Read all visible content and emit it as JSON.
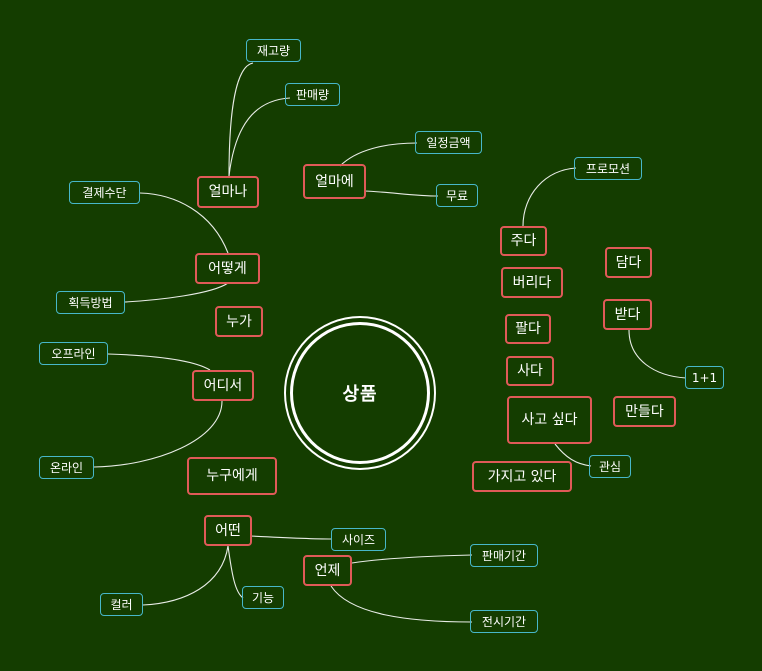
{
  "colors": {
    "background": "#143d00",
    "topic_border": "#e05a58",
    "leaf_border": "#47b7c9",
    "line": "#e8ece6",
    "text": "#ffffff"
  },
  "center": {
    "label": "상품"
  },
  "topics": [
    {
      "id": "eolmana",
      "label": "얼마나"
    },
    {
      "id": "eolmae",
      "label": "얼마에"
    },
    {
      "id": "eotteoke",
      "label": "어떻게"
    },
    {
      "id": "nuga",
      "label": "누가"
    },
    {
      "id": "eodiseo",
      "label": "어디서"
    },
    {
      "id": "nuguege",
      "label": "누구에게"
    },
    {
      "id": "eotteon",
      "label": "어떤"
    },
    {
      "id": "eonje",
      "label": "언제"
    },
    {
      "id": "juda",
      "label": "주다"
    },
    {
      "id": "damda",
      "label": "담다"
    },
    {
      "id": "beorida",
      "label": "버리다"
    },
    {
      "id": "patda",
      "label": "팔다"
    },
    {
      "id": "batda",
      "label": "받다"
    },
    {
      "id": "sada",
      "label": "사다"
    },
    {
      "id": "sago-sipda",
      "label": "사고 싶다"
    },
    {
      "id": "mandeulda",
      "label": "만들다"
    },
    {
      "id": "gajigo-itda",
      "label": "가지고 있다"
    }
  ],
  "leaves": [
    {
      "id": "jaegoryang",
      "label": "재고량"
    },
    {
      "id": "panmaeryang",
      "label": "판매량"
    },
    {
      "id": "iljeong-geumaek",
      "label": "일정금액"
    },
    {
      "id": "muryo",
      "label": "무료"
    },
    {
      "id": "gyeoljesudan",
      "label": "결제수단"
    },
    {
      "id": "hoekdeukbangbeop",
      "label": "획득방법"
    },
    {
      "id": "offline",
      "label": "오프라인"
    },
    {
      "id": "online",
      "label": "온라인"
    },
    {
      "id": "promotion",
      "label": "프로모션"
    },
    {
      "id": "oneplusone",
      "label": "1+1"
    },
    {
      "id": "gwansim",
      "label": "관심"
    },
    {
      "id": "size",
      "label": "사이즈"
    },
    {
      "id": "color",
      "label": "컬러"
    },
    {
      "id": "gineung",
      "label": "기능"
    },
    {
      "id": "panmae-gigan",
      "label": "판매기간"
    },
    {
      "id": "jeonsi-gigan",
      "label": "전시기간"
    }
  ]
}
